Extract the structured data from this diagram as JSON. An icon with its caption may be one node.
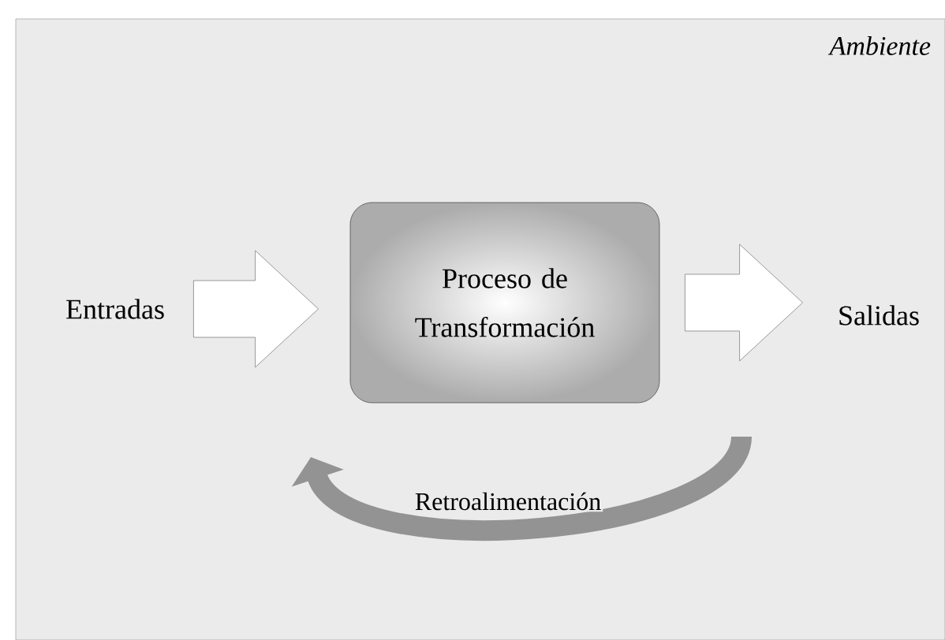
{
  "diagram": {
    "nodes": [
      {
        "text": [
          "Ambiente"
        ]
      },
      {
        "text": [
          "Entradas"
        ],
        "in": 0
      },
      {
        "text": [
          "Proceso de Transformación"
        ],
        "in": 0
      },
      {
        "text": [
          "Salidas"
        ],
        "in": 0
      }
    ],
    "edges": [
      {
        "from": 1,
        "to": 2,
        "arrow": "to"
      },
      {
        "from": 2,
        "to": 3,
        "arrow": "to"
      }
    ],
    "labels": [
      "Retroalimentación"
    ]
  }
}
